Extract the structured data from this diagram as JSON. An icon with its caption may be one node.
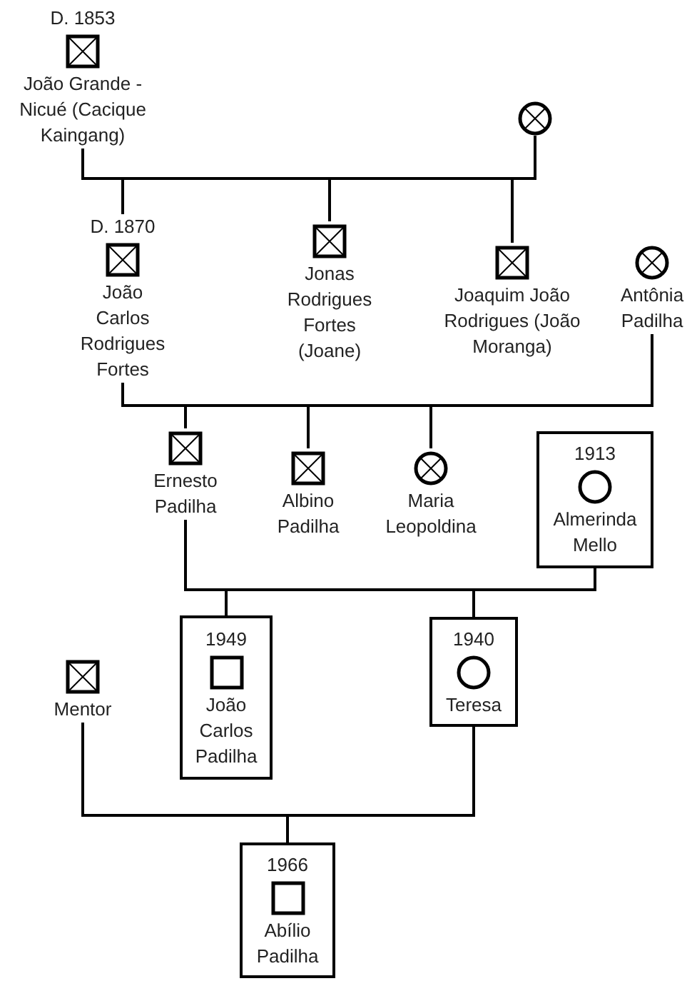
{
  "diagram": {
    "nodes": [
      {
        "text": [
          "D. 1853",
          "João Grande - Nicué (Cacique Kaingang)"
        ]
      },
      {
        "text": [],
        "shape": "circle"
      },
      {
        "text": [
          "D. 1870",
          "João Carlos Rodrigues Fortes"
        ]
      },
      {
        "text": [
          "Jonas Rodrigues Fortes (Joane)"
        ]
      },
      {
        "text": [
          "Joaquim João Rodrigues (João Moranga)"
        ]
      },
      {
        "text": [
          "Antônia Padilha"
        ]
      },
      {
        "text": [
          "Ernesto Padilha"
        ]
      },
      {
        "text": [
          "Albino Padilha"
        ]
      },
      {
        "text": [
          "Maria Leopoldina"
        ]
      },
      {
        "text": [
          "1913",
          "Almerinda Mello"
        ]
      },
      {
        "text": [
          "1949",
          "João Carlos Padilha"
        ]
      },
      {
        "text": [
          "1940",
          "Teresa"
        ]
      },
      {
        "text": [
          "Mentor"
        ]
      },
      {
        "text": [
          "1966",
          "Abílio Padilha"
        ]
      }
    ],
    "edges": [
      {
        "from": 0,
        "to": 2,
        "arrow": "none"
      },
      {
        "from": 1,
        "to": 2,
        "arrow": "none"
      },
      {
        "from": 0,
        "to": 3,
        "arrow": "none"
      },
      {
        "from": 1,
        "to": 3,
        "arrow": "none"
      },
      {
        "from": 0,
        "to": 4,
        "arrow": "none"
      },
      {
        "from": 1,
        "to": 4,
        "arrow": "none"
      },
      {
        "from": 2,
        "to": 6,
        "arrow": "none"
      },
      {
        "from": 5,
        "to": 6,
        "arrow": "none"
      },
      {
        "from": 2,
        "to": 7,
        "arrow": "none"
      },
      {
        "from": 5,
        "to": 7,
        "arrow": "none"
      },
      {
        "from": 2,
        "to": 8,
        "arrow": "none"
      },
      {
        "from": 5,
        "to": 8,
        "arrow": "none"
      },
      {
        "from": 6,
        "to": 10,
        "arrow": "none"
      },
      {
        "from": 9,
        "to": 10,
        "arrow": "none"
      },
      {
        "from": 6,
        "to": 11,
        "arrow": "none"
      },
      {
        "from": 9,
        "to": 11,
        "arrow": "none"
      },
      {
        "from": 12,
        "to": 13,
        "arrow": "none"
      },
      {
        "from": 11,
        "to": 13,
        "arrow": "none"
      }
    ]
  }
}
